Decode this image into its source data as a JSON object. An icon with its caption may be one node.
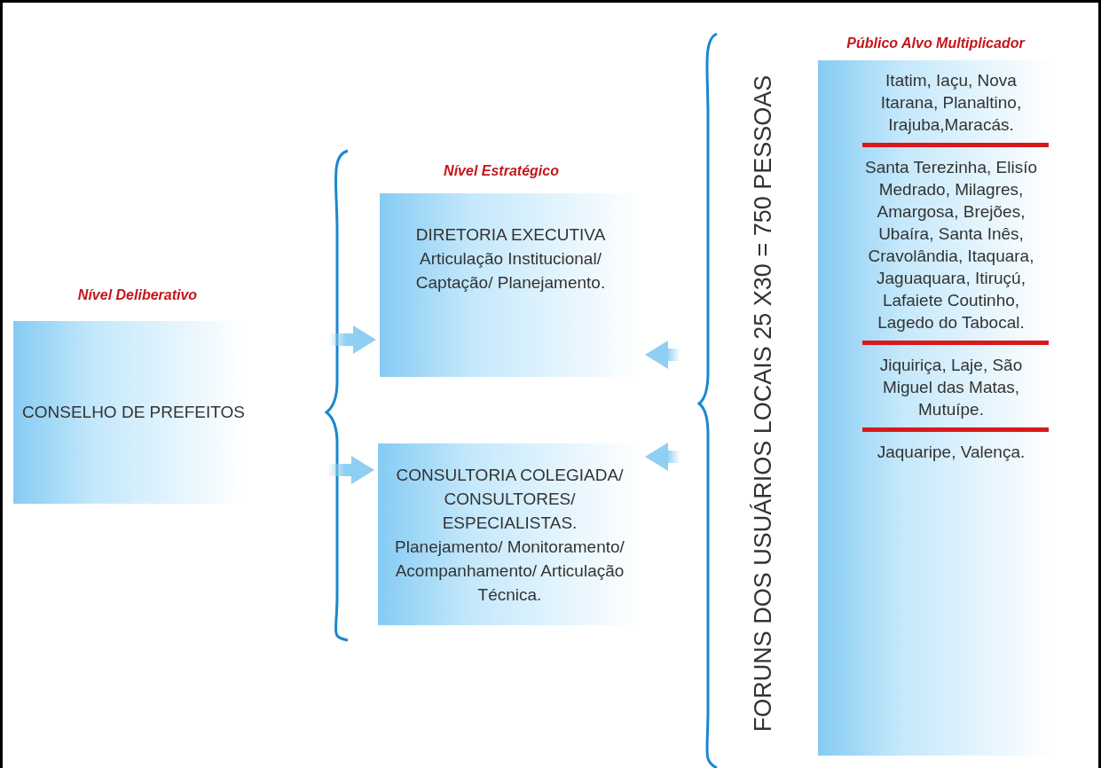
{
  "diagram": {
    "nodes": [
      {
        "text": [
          "Nível Deliberativo",
          "CONSELHO DE PREFEITOS"
        ]
      },
      {
        "text": [
          "DIRETORIA EXECUTIVA",
          "Articulação Institucional/ Captação/ Planejamento."
        ]
      },
      {
        "text": [
          "CONSULTORIA COLEGIADA/ CONSULTORES/ ESPECIALISTAS.",
          "Planejamento/ Monitoramento/ Acompanhamento/ Articulação Técnica."
        ]
      },
      {
        "text": [
          "FORUNS DOS USUÁRIOS LOCAIS 25 X30 = 750 PESSOAS"
        ]
      },
      {
        "text": [
          "Público Alvo Multiplicador",
          "Itatim, Iaçu, Nova Itarana, Planaltino, Irajuba,Maracás.",
          "Santa Terezinha, Elisío Medrado, Milagres, Amargosa, Brejões, Ubaíra, Santa Inês, Cravolândia, Itaquara, Jaguaquara, Itiruçú, Lafaiete Coutinho, Lagedo do Tabocal.",
          "Jiquiriça, Laje, São Miguel das Matas, Mutuípe.",
          "Jaquaripe, Valença."
        ]
      }
    ],
    "edges": [
      {
        "from": 0,
        "to": 1,
        "arrow": "to"
      },
      {
        "from": 0,
        "to": 2,
        "arrow": "to"
      },
      {
        "from": 3,
        "to": 1,
        "arrow": "to"
      },
      {
        "from": 3,
        "to": 2,
        "arrow": "to"
      }
    ],
    "labels": [
      "Nível Estratégico"
    ]
  }
}
